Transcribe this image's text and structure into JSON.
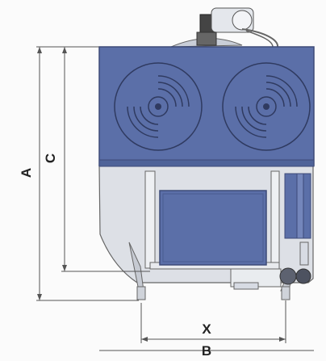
{
  "dimensions": {
    "a_label": "A",
    "c_label": "C",
    "x_label": "X",
    "b_label": "B"
  },
  "colors": {
    "panel_blue": "#5b6fa8",
    "panel_border": "#3d4a78",
    "steel": "#d7dbe3",
    "steel_dark": "#8a909c",
    "dim_line": "#555555",
    "background": "#fbfbfb"
  },
  "fans": [
    {
      "name": "left-condenser-fan"
    },
    {
      "name": "right-condenser-fan"
    }
  ]
}
